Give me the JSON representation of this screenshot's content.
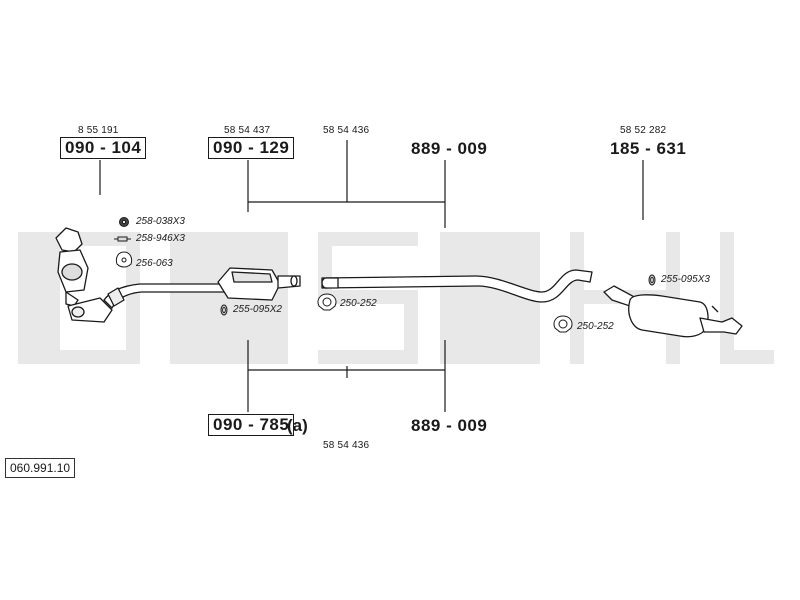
{
  "diagram": {
    "diagram_id": "060.991.10",
    "parts": [
      {
        "ref": "8 55 191",
        "number": "090 - 104"
      },
      {
        "ref": "58 54 437",
        "number": "090 - 129"
      },
      {
        "ref": "58 54 436",
        "number": "889 - 009"
      },
      {
        "ref": "58 52 282",
        "number": "185 - 631"
      },
      {
        "ref": "58 54 436",
        "number": "090 - 785",
        "suffix": "(a)"
      },
      {
        "number": "889 - 009"
      }
    ],
    "hardware": [
      {
        "code": "258-038X3",
        "icon": "nut-icon"
      },
      {
        "code": "258-946X3",
        "icon": "stud-bolt-icon"
      },
      {
        "code": "256-063",
        "icon": "gasket-icon"
      },
      {
        "code": "255-095X2",
        "icon": "rubber-mount-icon"
      },
      {
        "code": "250-252",
        "icon": "clamp-icon"
      },
      {
        "code": "255-095X3",
        "icon": "rubber-mount-icon"
      },
      {
        "code": "250-252",
        "icon": "clamp-icon"
      }
    ],
    "colors": {
      "line": "#1a1a1a",
      "watermark": "#e6e6e6"
    }
  }
}
